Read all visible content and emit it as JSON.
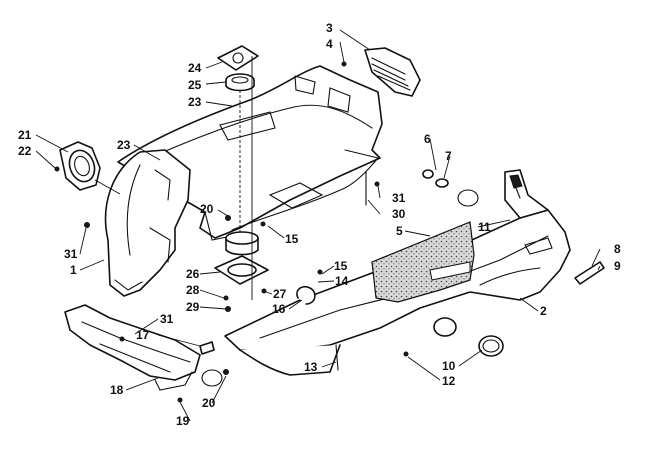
{
  "callouts": [
    "3",
    "4",
    "24",
    "25",
    "23",
    "21",
    "22",
    "23",
    "6",
    "7",
    "20",
    "31",
    "30",
    "15",
    "5",
    "11",
    "1",
    "31",
    "26",
    "27",
    "15",
    "14",
    "28",
    "8",
    "9",
    "29",
    "16",
    "2",
    "31",
    "17",
    "13",
    "10",
    "12",
    "18",
    "20",
    "19"
  ],
  "colors": {
    "line": "#111111",
    "background": "#ffffff",
    "foam_fill": "#cfcfcf"
  }
}
